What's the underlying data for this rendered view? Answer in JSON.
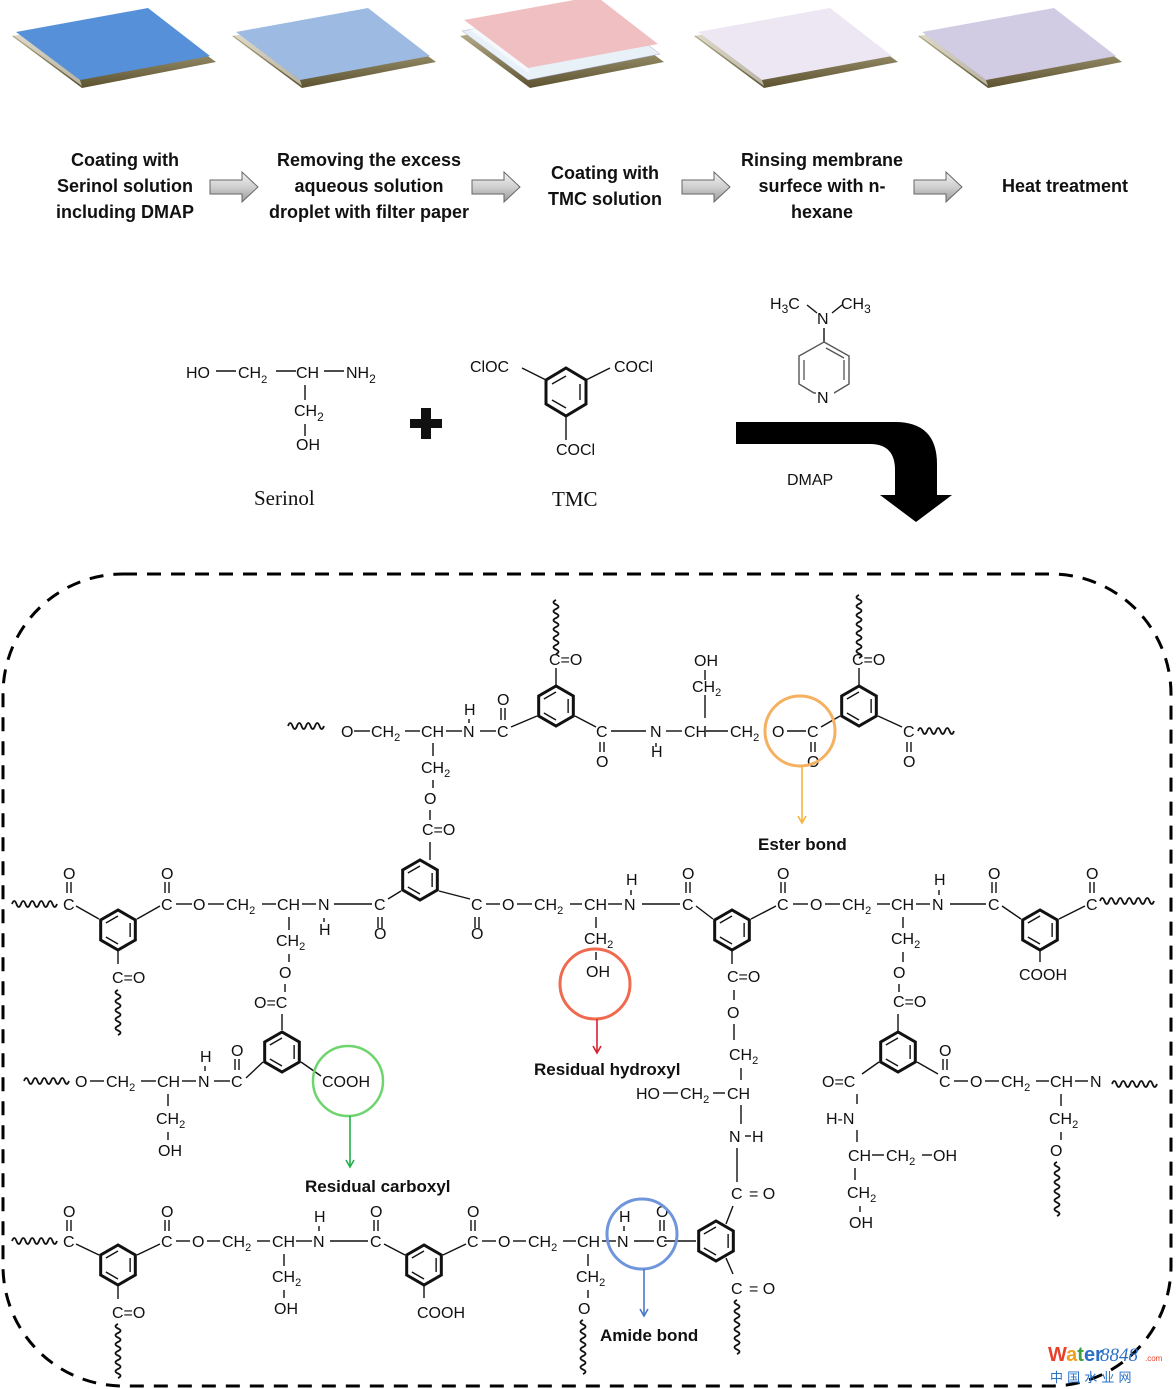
{
  "process": {
    "steps": [
      {
        "lines": [
          "Coating with",
          "Serinol solution",
          "including DMAP"
        ],
        "membrane_color": "#5590d8"
      },
      {
        "lines": [
          "Removing the excess",
          "aqueous solution",
          "droplet with filter paper"
        ],
        "membrane_color": "#9dbbe2"
      },
      {
        "lines": [
          "Coating with",
          "TMC solution"
        ],
        "membrane_color": "#f0bfc1"
      },
      {
        "lines": [
          "Rinsing membrane",
          "surfece with n-",
          "hexane"
        ],
        "membrane_color": "#ede6f3"
      },
      {
        "lines": [
          "Heat treatment"
        ],
        "membrane_color": "#d2cbe4"
      }
    ]
  },
  "reactants": {
    "serinol": {
      "name": "Serinol",
      "main": [
        "HO",
        "CH2",
        "CH",
        "NH2"
      ],
      "branch": [
        "CH2",
        "OH"
      ]
    },
    "plus": "+",
    "tmc": {
      "name": "TMC",
      "groups": [
        "ClOC",
        "COCl",
        "COCl"
      ]
    },
    "catalyst": {
      "name": "DMAP",
      "methyl_left": "H3C",
      "methyl_right": "CH3",
      "amine_n": "N",
      "ring_n": "N"
    }
  },
  "annotations": {
    "ester": {
      "label": "Ester bond",
      "color": "#f5b43c"
    },
    "hydroxyl": {
      "label": "Residual hydroxyl",
      "color": "#e8202a"
    },
    "carboxyl": {
      "label": "Residual carboxyl",
      "color": "#22b04b"
    },
    "amide": {
      "label": "Amide bond",
      "color": "#4a78c8"
    }
  },
  "watermark": {
    "brand_colored": "Water",
    "brand_num": "8848",
    "brand_suffix": ".com",
    "chinese": "中 国 水 业 网"
  }
}
